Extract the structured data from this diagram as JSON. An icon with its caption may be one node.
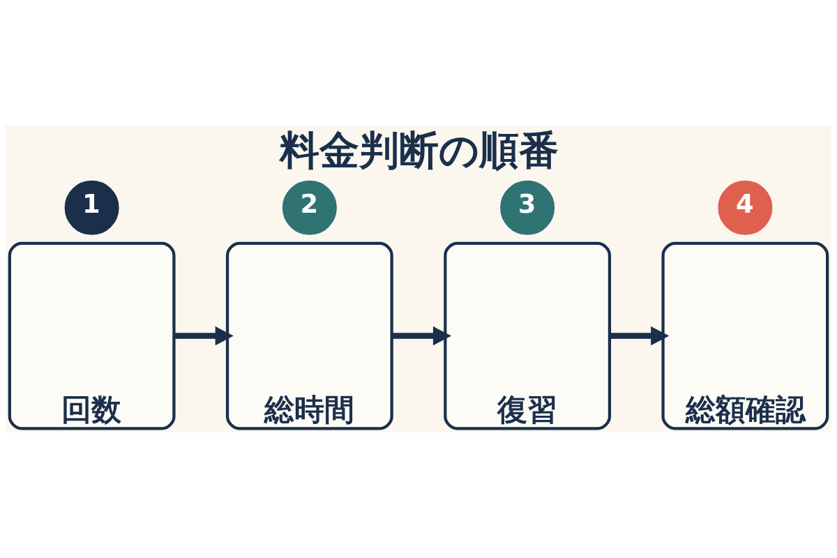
{
  "diagram": {
    "title": "料金判断の順番",
    "nodes": [
      {
        "text": [
          "1"
        ]
      },
      {
        "text": [
          "回数"
        ]
      },
      {
        "text": [
          "2"
        ]
      },
      {
        "text": [
          "総時間"
        ]
      },
      {
        "text": [
          "3"
        ]
      },
      {
        "text": [
          "復習"
        ]
      },
      {
        "text": [
          "4"
        ]
      },
      {
        "text": [
          "総額確認"
        ]
      }
    ],
    "edges": [
      {
        "from": 1,
        "to": 3,
        "arrow": "to"
      },
      {
        "from": 3,
        "to": 5,
        "arrow": "to"
      },
      {
        "from": 5,
        "to": 7,
        "arrow": "to"
      }
    ]
  }
}
